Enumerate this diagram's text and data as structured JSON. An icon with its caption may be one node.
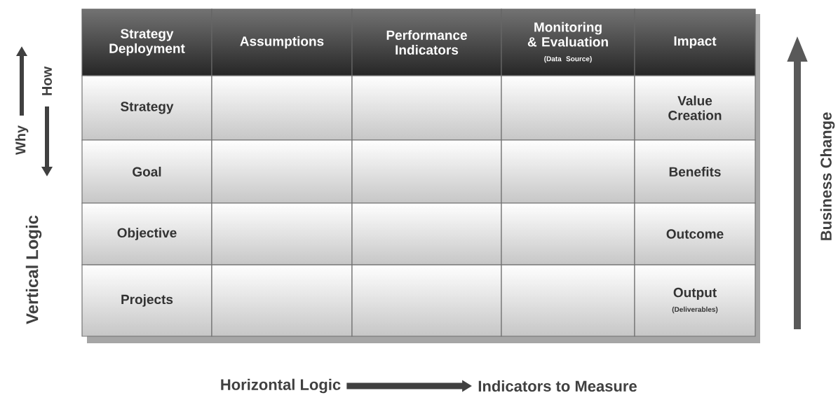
{
  "diagram": {
    "nodes": [
      {
        "text": [
          "Strategy Deployment"
        ]
      },
      {
        "text": [
          "Assumptions"
        ]
      },
      {
        "text": [
          "Performance Indicators"
        ]
      },
      {
        "text": [
          "Monitoring & Evaluation",
          "(Data Source)"
        ]
      },
      {
        "text": [
          "Impact"
        ]
      },
      {
        "text": [
          "Strategy"
        ]
      },
      {
        "text": [],
        "shape": "box"
      },
      {
        "text": [],
        "shape": "box"
      },
      {
        "text": [],
        "shape": "box"
      },
      {
        "text": [
          "Value Creation"
        ]
      },
      {
        "text": [
          "Goal"
        ]
      },
      {
        "text": [],
        "shape": "box"
      },
      {
        "text": [],
        "shape": "box"
      },
      {
        "text": [],
        "shape": "box"
      },
      {
        "text": [
          "Benefits"
        ]
      },
      {
        "text": [
          "Objective"
        ]
      },
      {
        "text": [],
        "shape": "box"
      },
      {
        "text": [],
        "shape": "box"
      },
      {
        "text": [],
        "shape": "box"
      },
      {
        "text": [
          "Outcome"
        ]
      },
      {
        "text": [
          "Projects"
        ]
      },
      {
        "text": [],
        "shape": "box"
      },
      {
        "text": [],
        "shape": "box"
      },
      {
        "text": [],
        "shape": "box"
      },
      {
        "text": [
          "Output",
          "(Deliverables)"
        ]
      },
      {
        "text": [
          "Horizontal Logic"
        ]
      },
      {
        "text": [
          "Indicators to Measure"
        ]
      }
    ],
    "edges": [
      {
        "from": 25,
        "to": 26,
        "arrow": "to"
      }
    ],
    "labels": [
      "How",
      "Why",
      "Vertical Logic",
      "Business Change"
    ]
  }
}
